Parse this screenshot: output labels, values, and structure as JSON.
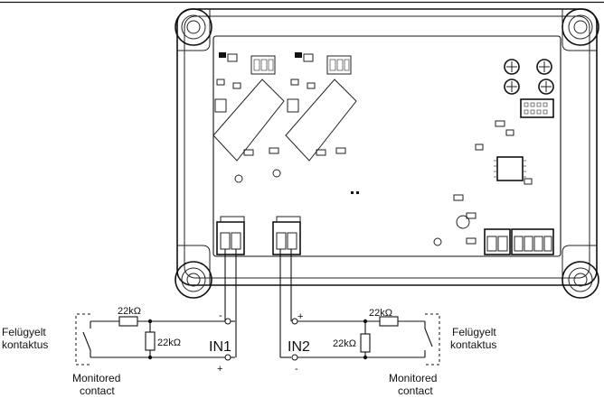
{
  "labels": {
    "left_r_series": "22kΩ",
    "left_r_shunt": "22kΩ",
    "right_r_series": "22kΩ",
    "right_r_shunt": "22kΩ",
    "in1": "IN1",
    "in2": "IN2",
    "in1_top_polarity": "-",
    "in1_bottom_polarity": "+",
    "in2_top_polarity": "+",
    "in2_bottom_polarity": "-",
    "left_contact_hu_line1": "Felügyelt",
    "left_contact_hu_line2": "kontaktus",
    "right_contact_hu_line1": "Felügyelt",
    "right_contact_hu_line2": "kontaktus",
    "left_contact_en_line1": "Monitored",
    "left_contact_en_line2": "contact",
    "right_contact_en_line1": "Monitored",
    "right_contact_en_line2": "contact"
  }
}
